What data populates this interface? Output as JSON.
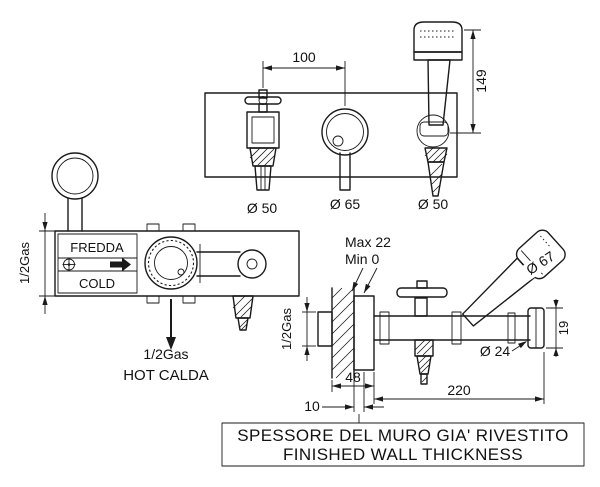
{
  "meta": {
    "background": "#ffffff",
    "ink": "#1a1a1a"
  },
  "front_view": {
    "dim_width": "100",
    "dim_height": "149",
    "label_diverter_dia": "Ø 50",
    "label_mixer_dia": "Ø 65",
    "label_holder_dia": "Ø 50"
  },
  "rough_view": {
    "inlet_left": "1/2Gas",
    "cold_line1": "FREDDA",
    "cold_line2": "COLD",
    "outlet_bottom": "1/2Gas",
    "hot_label": "HOT CALDA"
  },
  "side_view": {
    "max_cover": "Max 22",
    "min_cover": "Min 0",
    "inlet": "1/2Gas",
    "dim_depth": "48",
    "dim_plate": "10",
    "dim_length": "220",
    "label_outlet_dia": "Ø 24",
    "dim_outlet_height": "19",
    "label_handshower_dia": "Ø 67"
  },
  "footer": {
    "line1": "SPESSORE DEL MURO GIA' RIVESTITO",
    "line2": "FINISHED WALL THICKNESS"
  }
}
